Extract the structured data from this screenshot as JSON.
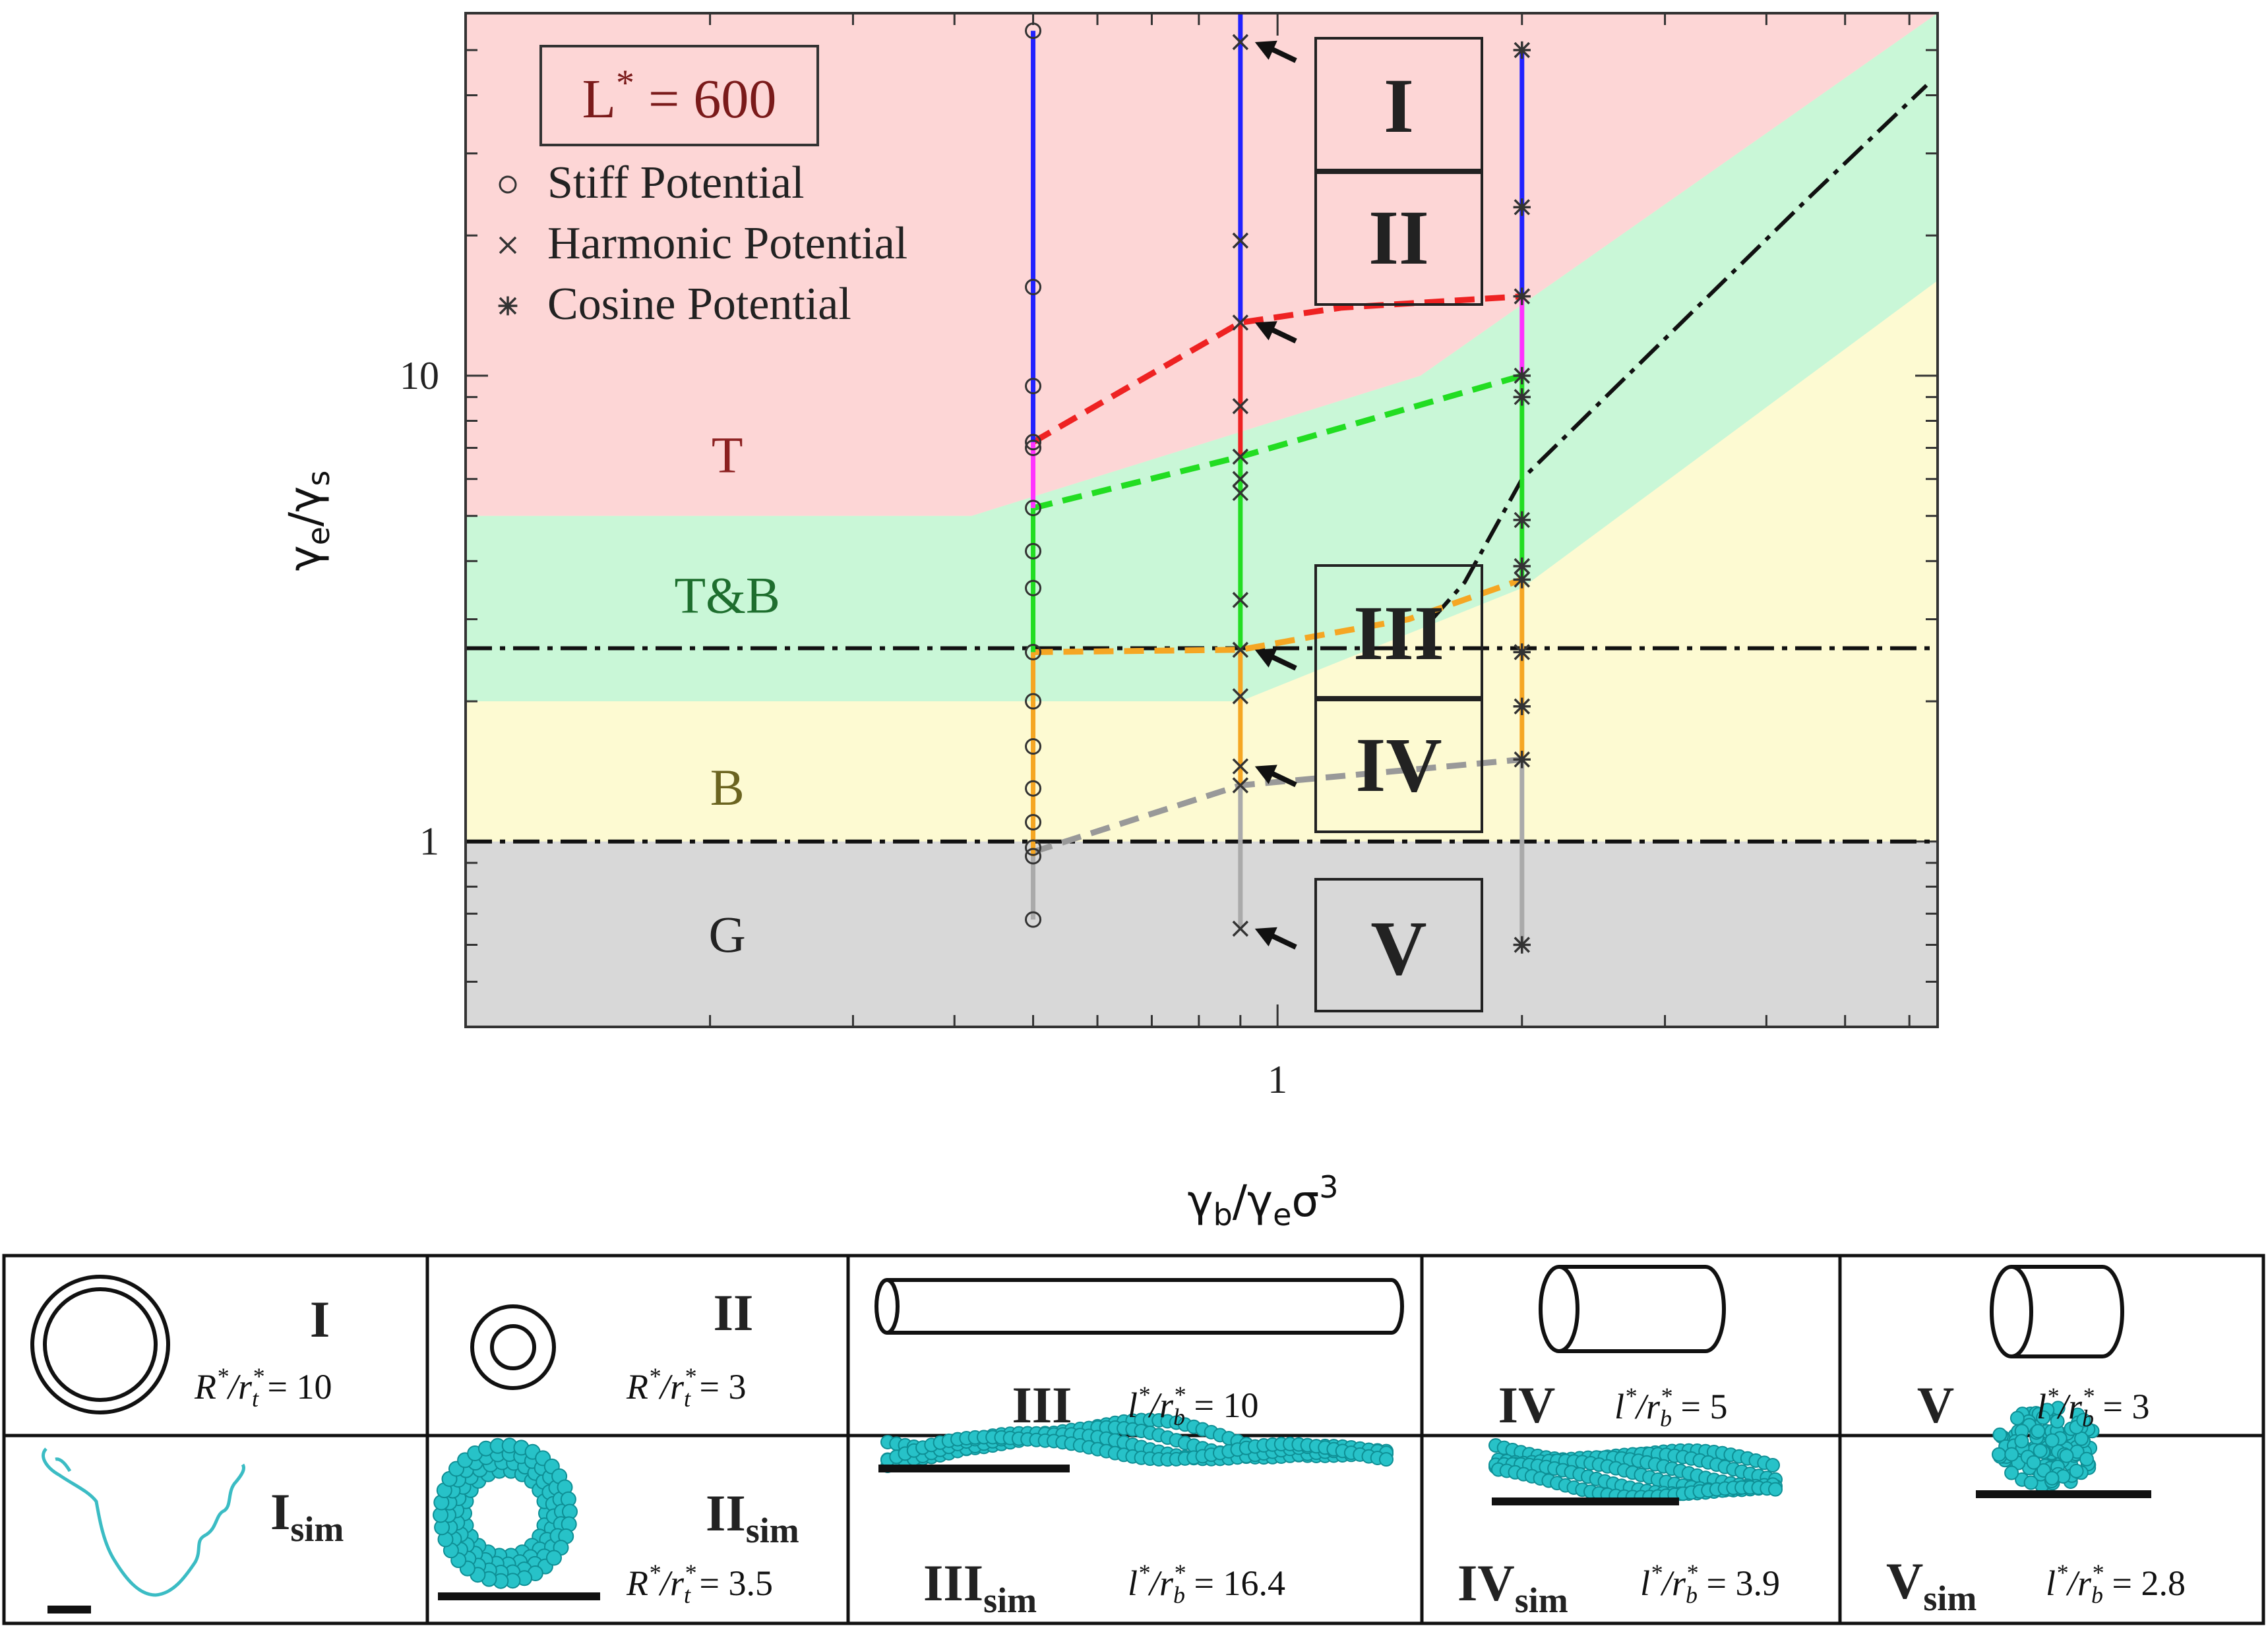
{
  "chart_data": {
    "type": "line",
    "title": "",
    "x_scale": "log",
    "y_scale": "log",
    "xlim": [
      0.1,
      6.5
    ],
    "ylim": [
      0.4,
      60
    ],
    "x_ticks": [
      {
        "value": 1,
        "label": "1"
      }
    ],
    "y_ticks": [
      {
        "value": 1,
        "label": "1"
      },
      {
        "value": 10,
        "label": "10"
      }
    ],
    "xlabel": {
      "base": "γ",
      "sub1": "b",
      "mid": "/γ",
      "sub2": "e",
      "tail": "σ",
      "sup": "3"
    },
    "ylabel": {
      "base": "γ",
      "sub1": "e",
      "mid": "/γ",
      "sub2": "s"
    },
    "annotation_box": {
      "main": "L",
      "sup": "*",
      "tail": " = 600"
    },
    "legend": {
      "placement": "top-left",
      "entries": [
        {
          "marker": "circle",
          "label": "Stiff Potential"
        },
        {
          "marker": "cross",
          "label": "Harmonic Potential"
        },
        {
          "marker": "asterisk",
          "label": "Cosine Potential"
        }
      ]
    },
    "regions": [
      {
        "label": "T",
        "color": "#fdd6d6",
        "label_color": "#8b2020",
        "label_at": {
          "x": 0.21,
          "y": 6.2
        }
      },
      {
        "label": "T&B",
        "color": "#c9f7d7",
        "label_color": "#1e6e2e",
        "label_at": {
          "x": 0.21,
          "y": 3.1
        }
      },
      {
        "label": "B",
        "color": "#fdfad2",
        "label_color": "#6b6420",
        "label_at": {
          "x": 0.21,
          "y": 1.2
        }
      },
      {
        "label": "G",
        "color": "#d8d8d8",
        "label_color": "#222222",
        "label_at": {
          "x": 0.21,
          "y": 0.58
        }
      }
    ],
    "region_boundaries": {
      "T_top": [
        {
          "x": 0.1,
          "y": 5.0
        },
        {
          "x": 0.42,
          "y": 5.0
        },
        {
          "x": 1.5,
          "y": 10.0
        },
        {
          "x": 6.5,
          "y": 60
        }
      ],
      "T_bottom": [
        {
          "x": 0.1,
          "y": 2.0
        },
        {
          "x": 0.9,
          "y": 2.0
        },
        {
          "x": 2.0,
          "y": 3.5
        },
        {
          "x": 6.5,
          "y": 16
        }
      ],
      "G_top": 1.0
    },
    "reference_lines": [
      {
        "kind": "horizontal",
        "y": 2.6,
        "style": "dashdot",
        "color": "#111111"
      },
      {
        "kind": "horizontal",
        "y": 1.0,
        "style": "dashdot",
        "color": "#111111"
      },
      {
        "kind": "curve",
        "style": "dashdot",
        "color": "#111111",
        "points": [
          {
            "x": 1.55,
            "y": 3.0
          },
          {
            "x": 1.7,
            "y": 3.6
          },
          {
            "x": 2.0,
            "y": 6.0
          },
          {
            "x": 3.0,
            "y": 12
          },
          {
            "x": 4.5,
            "y": 24
          },
          {
            "x": 6.3,
            "y": 42
          }
        ]
      }
    ],
    "boundary_lines": [
      {
        "name": "T/T&B upper",
        "color": "#ee2222",
        "points": [
          {
            "x": 0.5,
            "y": 7.2
          },
          {
            "x": 0.9,
            "y": 13.0
          },
          {
            "x": 1.2,
            "y": 14.0
          },
          {
            "x": 2.0,
            "y": 14.8
          }
        ]
      },
      {
        "name": "T&B middle",
        "color": "#22dd22",
        "points": [
          {
            "x": 0.5,
            "y": 5.2
          },
          {
            "x": 0.9,
            "y": 6.7
          },
          {
            "x": 2.0,
            "y": 10.0
          }
        ]
      },
      {
        "name": "T&B lower",
        "color": "#f5a623",
        "points": [
          {
            "x": 0.5,
            "y": 2.55
          },
          {
            "x": 0.9,
            "y": 2.58
          },
          {
            "x": 1.45,
            "y": 3.0
          },
          {
            "x": 2.0,
            "y": 3.65
          }
        ]
      },
      {
        "name": "B/G",
        "color": "#999999",
        "points": [
          {
            "x": 0.5,
            "y": 0.95
          },
          {
            "x": 0.9,
            "y": 1.32
          },
          {
            "x": 2.0,
            "y": 1.5
          }
        ]
      }
    ],
    "columns": [
      {
        "x": 0.5,
        "y_min": 0.68,
        "y_max": 55,
        "segments": [
          {
            "from": 0.68,
            "to": 0.93,
            "color": "#aaaaaa"
          },
          {
            "from": 0.93,
            "to": 2.55,
            "color": "#f5a623"
          },
          {
            "from": 2.55,
            "to": 5.2,
            "color": "#22dd22"
          },
          {
            "from": 5.2,
            "to": 7.2,
            "color": "#ff33ff"
          },
          {
            "from": 7.2,
            "to": 55,
            "color": "#2222ff"
          }
        ]
      },
      {
        "x": 0.9,
        "y_min": 0.65,
        "y_max": 60,
        "segments": [
          {
            "from": 0.65,
            "to": 1.32,
            "color": "#aaaaaa"
          },
          {
            "from": 1.32,
            "to": 2.58,
            "color": "#f5a623"
          },
          {
            "from": 2.58,
            "to": 6.7,
            "color": "#22dd22"
          },
          {
            "from": 6.7,
            "to": 13.0,
            "color": "#ee2222"
          },
          {
            "from": 13.0,
            "to": 60,
            "color": "#2222ff"
          }
        ]
      },
      {
        "x": 2.0,
        "y_min": 0.6,
        "y_max": 50,
        "segments": [
          {
            "from": 0.6,
            "to": 1.5,
            "color": "#aaaaaa"
          },
          {
            "from": 1.5,
            "to": 3.65,
            "color": "#f5a623"
          },
          {
            "from": 3.65,
            "to": 10.0,
            "color": "#22dd22"
          },
          {
            "from": 10.0,
            "to": 14.8,
            "color": "#ff33ff"
          },
          {
            "from": 14.8,
            "to": 50,
            "color": "#2222ff"
          }
        ]
      }
    ],
    "series": [
      {
        "name": "Stiff Potential",
        "marker": "circle",
        "x": 0.5,
        "y": [
          0.68,
          0.93,
          0.97,
          1.1,
          1.3,
          1.6,
          2.0,
          2.55,
          3.5,
          4.2,
          5.2,
          7.0,
          7.2,
          9.5,
          15.5,
          55
        ]
      },
      {
        "name": "Harmonic Potential",
        "marker": "cross",
        "x": 0.9,
        "y": [
          0.65,
          1.32,
          1.45,
          2.05,
          2.58,
          3.3,
          5.6,
          6.0,
          6.7,
          8.6,
          13.0,
          19.5,
          52
        ]
      },
      {
        "name": "Cosine Potential",
        "marker": "asterisk",
        "x": 2.0,
        "y": [
          0.6,
          1.5,
          1.95,
          2.55,
          3.65,
          3.9,
          4.9,
          9.0,
          10.0,
          14.8,
          23.0,
          50
        ]
      }
    ],
    "callouts": [
      {
        "label": "I",
        "arrow_to": {
          "x": 0.9,
          "y": 52
        }
      },
      {
        "label": "II",
        "arrow_to": {
          "x": 0.9,
          "y": 13.0
        }
      },
      {
        "label": "III",
        "arrow_to": {
          "x": 0.9,
          "y": 2.58
        }
      },
      {
        "label": "IV",
        "arrow_to": {
          "x": 0.9,
          "y": 1.45
        }
      },
      {
        "label": "V",
        "arrow_to": {
          "x": 0.9,
          "y": 0.65
        }
      }
    ]
  },
  "table": {
    "row1": [
      {
        "label": "I",
        "formula": {
          "a": "R",
          "as": "*",
          "slash": "/",
          "b": "r",
          "bsup": "*",
          "bsub": "t",
          "eq": " = ",
          "val": "10"
        },
        "shape": "ring-large"
      },
      {
        "label": "II",
        "formula": {
          "a": "R",
          "as": "*",
          "slash": "/",
          "b": "r",
          "bsup": "*",
          "bsub": "t",
          "eq": " = ",
          "val": "3"
        },
        "shape": "ring-small"
      },
      {
        "label": "III",
        "formula": {
          "a": "l",
          "as": "*",
          "slash": "/",
          "b": "r",
          "bsup": "*",
          "bsub": "b",
          "eq": " = ",
          "val": "10"
        },
        "shape": "cylinder-long"
      },
      {
        "label": "IV",
        "formula": {
          "a": "l",
          "as": "*",
          "slash": "/",
          "b": "r",
          "bsup": "*",
          "bsub": "b",
          "eq": " = ",
          "val": "5"
        },
        "shape": "cylinder-medium"
      },
      {
        "label": "V",
        "formula": {
          "a": "l",
          "as": "*",
          "slash": "/",
          "b": "r",
          "bsup": "*",
          "bsub": "b",
          "eq": " = ",
          "val": "3"
        },
        "shape": "cylinder-short"
      }
    ],
    "row2": [
      {
        "label": "I",
        "sub": "sim",
        "formula": null,
        "shape": "chain-open"
      },
      {
        "label": "II",
        "sub": "sim",
        "formula": {
          "a": "R",
          "as": "*",
          "slash": "/",
          "b": "r",
          "bsup": "*",
          "bsub": "t",
          "eq": " = ",
          "val": "3.5"
        },
        "shape": "bead-toroid"
      },
      {
        "label": "III",
        "sub": "sim",
        "formula": {
          "a": "l",
          "as": "*",
          "slash": "/",
          "b": "r",
          "bsup": "*",
          "bsub": "b",
          "eq": " = ",
          "val": "16.4"
        },
        "shape": "bead-long-bundle"
      },
      {
        "label": "IV",
        "sub": "sim",
        "formula": {
          "a": "l",
          "as": "*",
          "slash": "/",
          "b": "r",
          "bsup": "*",
          "bsub": "b",
          "eq": " = ",
          "val": "3.9"
        },
        "shape": "bead-medium-bundle"
      },
      {
        "label": "V",
        "sub": "sim",
        "formula": {
          "a": "l",
          "as": "*",
          "slash": "/",
          "b": "r",
          "bsup": "*",
          "bsub": "b",
          "eq": " = ",
          "val": "2.8"
        },
        "shape": "bead-globule"
      }
    ]
  },
  "colors": {
    "bead": "#27c2c8",
    "bead_dark": "#0e8f95",
    "chain": "#3bbcc4",
    "box_label": "#222222"
  }
}
